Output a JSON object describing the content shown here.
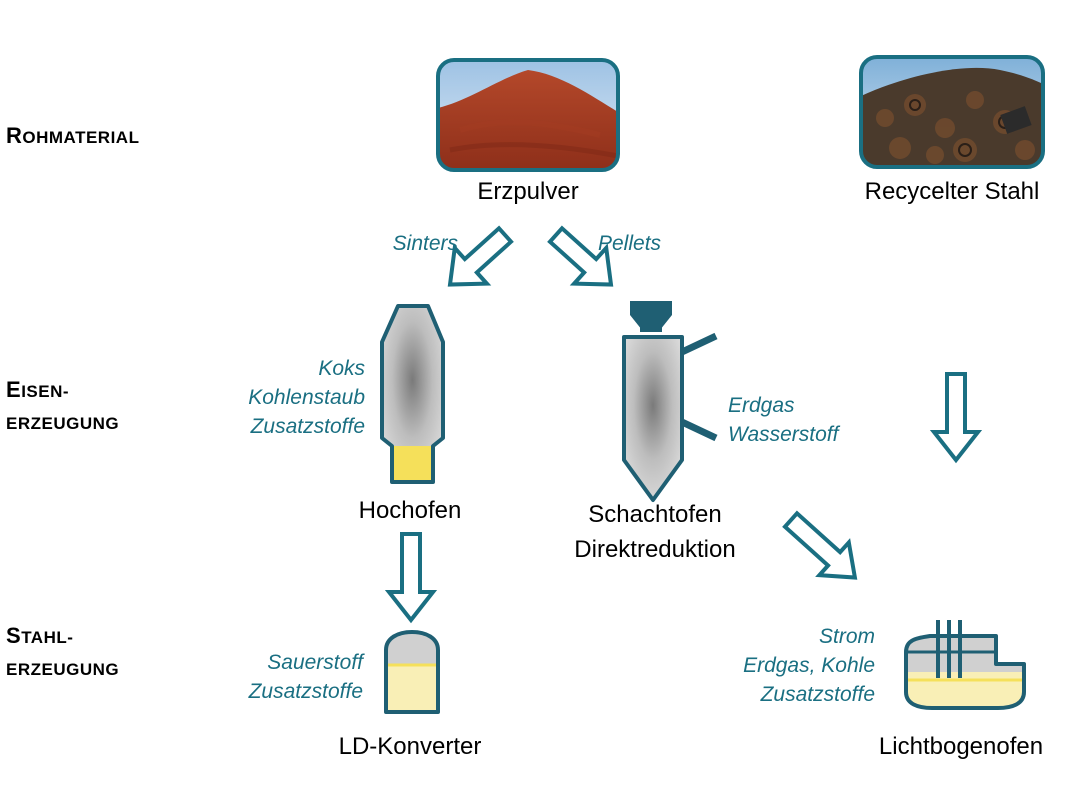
{
  "rows": {
    "raw": {
      "cap": "R",
      "rest": "OHMATERIAL"
    },
    "iron": {
      "line1_cap": "E",
      "line1_rest": "ISEN-",
      "line2": "ERZEUGUNG"
    },
    "steel": {
      "line1_cap": "S",
      "line1_rest": "TAHL-",
      "line2": "ERZEUGUNG"
    }
  },
  "sources": {
    "ore": {
      "label": "Erzpulver",
      "image": "ore-pile-photo"
    },
    "scrap": {
      "label": "Recycelter Stahl",
      "image": "scrap-pile-photo"
    }
  },
  "arrows": {
    "sinters": "Sinters",
    "pellets": "Pellets"
  },
  "blast_furnace": {
    "label": "Hochofen",
    "inputs": [
      "Koks",
      "Kohlenstaub",
      "Zusatzstoffe"
    ]
  },
  "shaft_furnace": {
    "label_line1": "Schachtofen",
    "label_line2": "Direktreduktion",
    "inputs": [
      "Erdgas",
      "Wasserstoff"
    ]
  },
  "ld_converter": {
    "label": "LD-Konverter",
    "inputs": [
      "Sauerstoff",
      "Zusatzstoffe"
    ]
  },
  "arc_furnace": {
    "label": "Lichtbogenofen",
    "inputs": [
      "Strom",
      "Erdgas, Kohle",
      "Zusatzstoffe"
    ]
  },
  "colors": {
    "accent": "#1a6f82",
    "vessel_fill": "#c8c8c8",
    "vessel_stroke": "#1f5f73",
    "melt": "#f5e05a",
    "melt_light": "#f9efb6"
  }
}
